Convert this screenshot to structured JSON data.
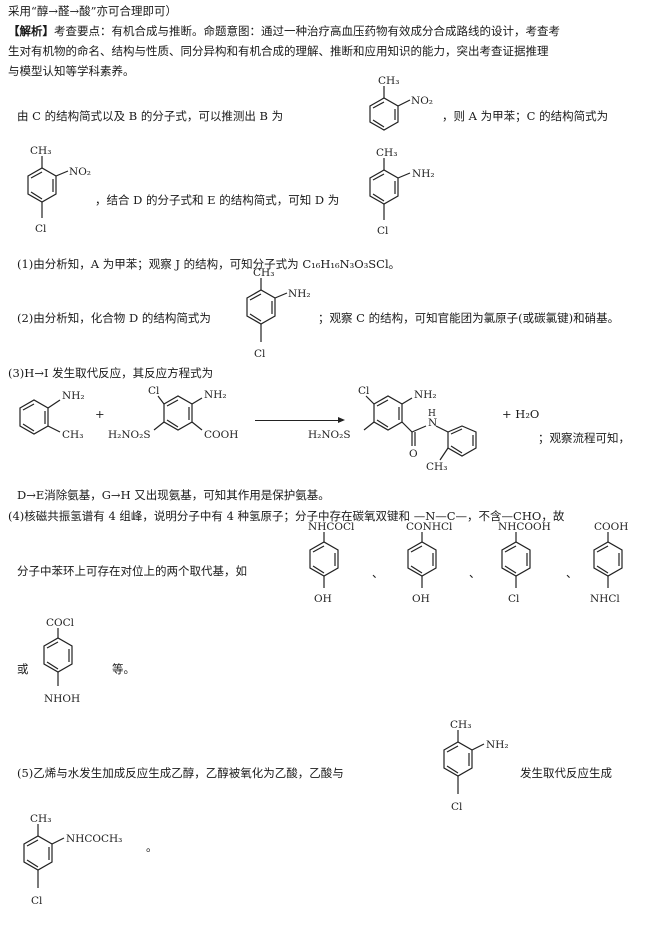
{
  "lines": {
    "l0": "采用“醇→醛→酸”亦可合理即可）",
    "l1_tag": "【解析】",
    "l1": "考查要点：有机合成与推断。命题意图：通过一种治疗高血压药物有效成分合成路线的设计，考查考",
    "l2": "生对有机物的命名、结构与性质、同分异构和有机合成的理解、推断和应用知识的能力，突出考查证据推理",
    "l3": "与模型认知等学科素养。",
    "l4a": "由 C 的结构简式以及 B 的分子式，可以推测出 B 为",
    "l4b": "，则 A 为甲苯；C 的结构简式为",
    "l5": "，结合 D 的分子式和 E 的结构简式，可知 D 为",
    "l6": "(1)由分析知，A 为甲苯；观察 J 的结构，可知分子式为 C₁₆H₁₆N₃O₃SCl。",
    "l7a": "(2)由分析知，化合物 D 的结构简式为",
    "l7b": "；观察 C 的结构，可知官能团为氯原子(或碳氯键)和硝基。",
    "l8": "(3)H→I 发生取代反应，其反应方程式为",
    "l9": "；观察流程可知，",
    "l10": "D→E消除氨基，G→H 又出现氨基，可知其作用是保护氨基。",
    "l11": "(4)核磁共振氢谱有 4 组峰，说明分子中有 4 种氢原子；分子中存在碳氧双键和 —N—C—，不含—CHO，故",
    "l12": "分子中苯环上可存在对位上的两个取代基，如",
    "l13": "或",
    "l13b": "等。",
    "l14a": "(5)乙烯与水发生加成反应生成乙醇，乙醇被氧化为乙酸，乙酸与",
    "l14b": "发生取代反应生成",
    "sep1": "、",
    "sep2": "、",
    "sep3": "、",
    "plus1": "+",
    "plus2": "+ H₂O",
    "period": "。"
  },
  "labels": {
    "CH3": "CH₃",
    "NO2": "NO₂",
    "NH2": "NH₂",
    "Cl": "Cl",
    "COOH": "COOH",
    "H2NO2S": "H₂NO₂S",
    "O": "O",
    "N": "N",
    "H": "H",
    "NHCOCl": "NHCOCl",
    "CONHCl": "CONHCl",
    "NHCOOH": "NHCOOH",
    "OH": "OH",
    "NHCl": "NHCl",
    "COCl": "COCl",
    "NHOH": "NHOH",
    "NHCOCH3": "NHCOCH₃"
  }
}
